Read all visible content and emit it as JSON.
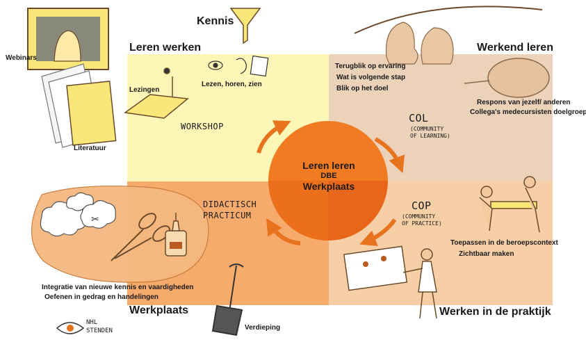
{
  "diagram": {
    "center": {
      "line1": "Leren  leren",
      "line2": "DBE",
      "line3": "Werkplaats"
    },
    "quadrants": {
      "top_left": {
        "title": "Leren werken",
        "items": [
          "Lezingen",
          "Lezen, horen, zien"
        ],
        "tag": "WORKSHOP"
      },
      "top_right": {
        "title": "Werkend leren",
        "items": [
          "Terugblik op ervaring",
          "Wat is volgende stap",
          "Blik op het doel"
        ],
        "respons": [
          "Respons van jezelf/ anderen",
          "Collega's medecursisten doelgroep"
        ],
        "tag": "COL",
        "tag_sub": [
          "(COMMUNITY",
          "OF LEARNING)"
        ]
      },
      "bottom_left": {
        "title": "Werkplaats",
        "tag": [
          "DIDACTISCH",
          "PRACTICUM"
        ],
        "items": [
          "Integratie van nieuwe kennis en vaardigheden",
          "Oefenen in gedrag en handelingen"
        ],
        "extra": "Verdieping"
      },
      "bottom_right": {
        "title": "Werken in de praktijk",
        "tag": "COP",
        "tag_sub": [
          "(COMMUNITY",
          "OF PRACTICE)"
        ],
        "items": [
          "Toepassen in de beroepscontext",
          "Zichtbaar maken"
        ]
      }
    },
    "outer": {
      "kennis": "Kennis",
      "webinars": "Webinars",
      "literatuur": "Literatuur"
    },
    "logo": [
      "NHL",
      "STENDEN"
    ],
    "colors": {
      "top_left": "#fdf6b6",
      "top_right": "#ecd2b8",
      "bottom_left": "#f6aa6c",
      "bottom_right": "#f7cfa6",
      "center": "#f07b22",
      "arrow": "#e8731f",
      "bubble": "#f4b880"
    }
  }
}
